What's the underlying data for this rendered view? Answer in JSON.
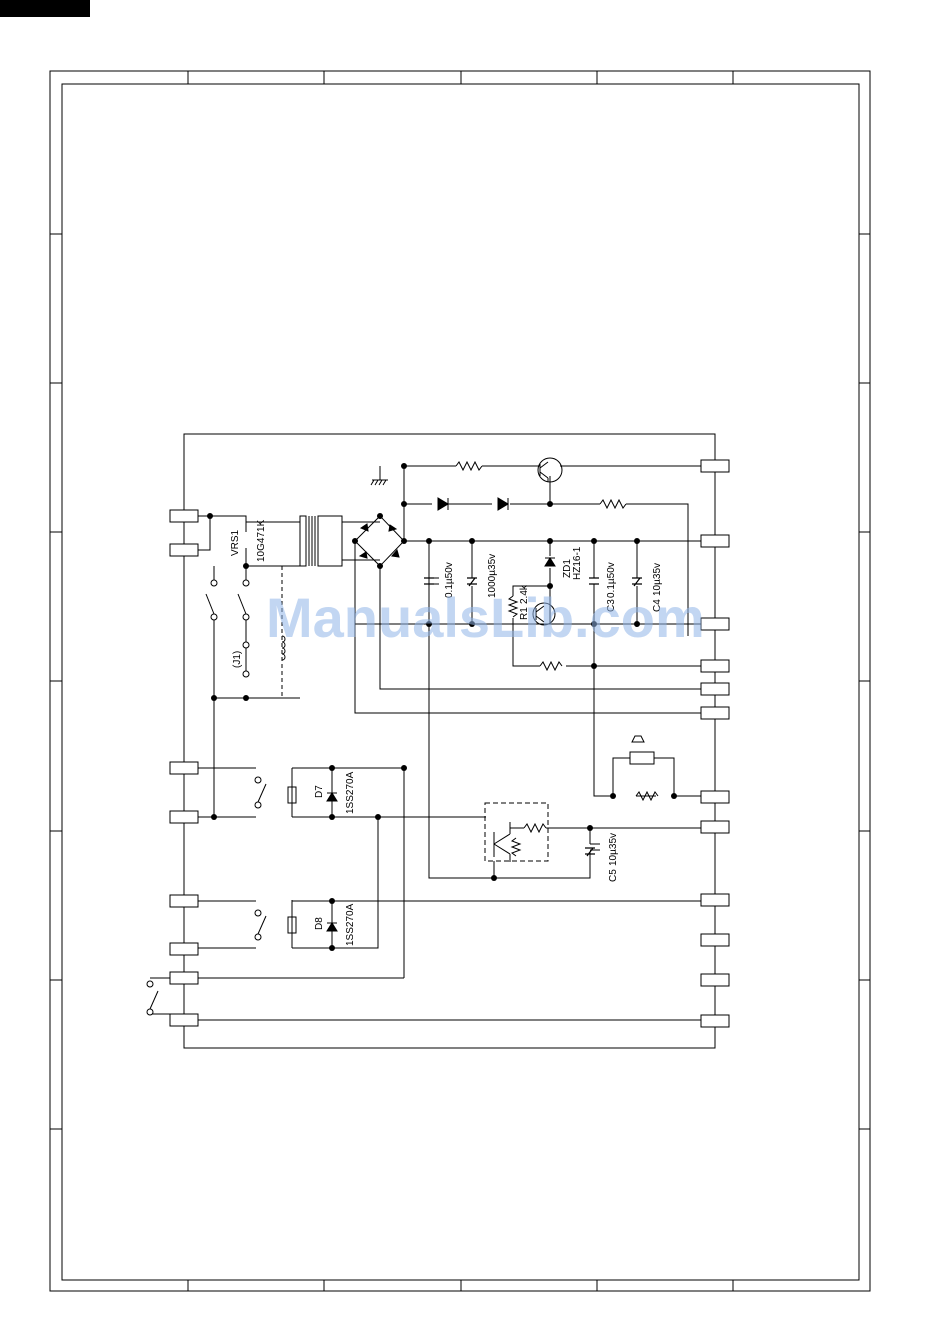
{
  "components": {
    "varistor": {
      "ref": "VRS1",
      "part": "10G471K"
    },
    "jumper": {
      "ref": "(J1)"
    },
    "cap_c2": {
      "value": "0.1µ50v"
    },
    "cap_c1": {
      "value": "1000µ35v"
    },
    "resistor_r1": {
      "ref": "R1",
      "value": "2.4k"
    },
    "zener": {
      "ref": "ZD1",
      "part": "HZ16-1"
    },
    "cap_c3": {
      "ref": "C3",
      "value": "0.1µ50v"
    },
    "cap_c4": {
      "ref": "C4",
      "value": "10µ35v"
    },
    "cap_c5": {
      "ref": "C5",
      "value": "10µ35v"
    },
    "diode_d7": {
      "ref": "D7",
      "part": "1SS270A"
    },
    "diode_d8": {
      "ref": "D8",
      "part": "1SS270A"
    }
  },
  "watermark": "ManualsLib.com",
  "colors": {
    "ink": "#000000",
    "watermark": "#8fb4e8",
    "page": "#ffffff"
  }
}
